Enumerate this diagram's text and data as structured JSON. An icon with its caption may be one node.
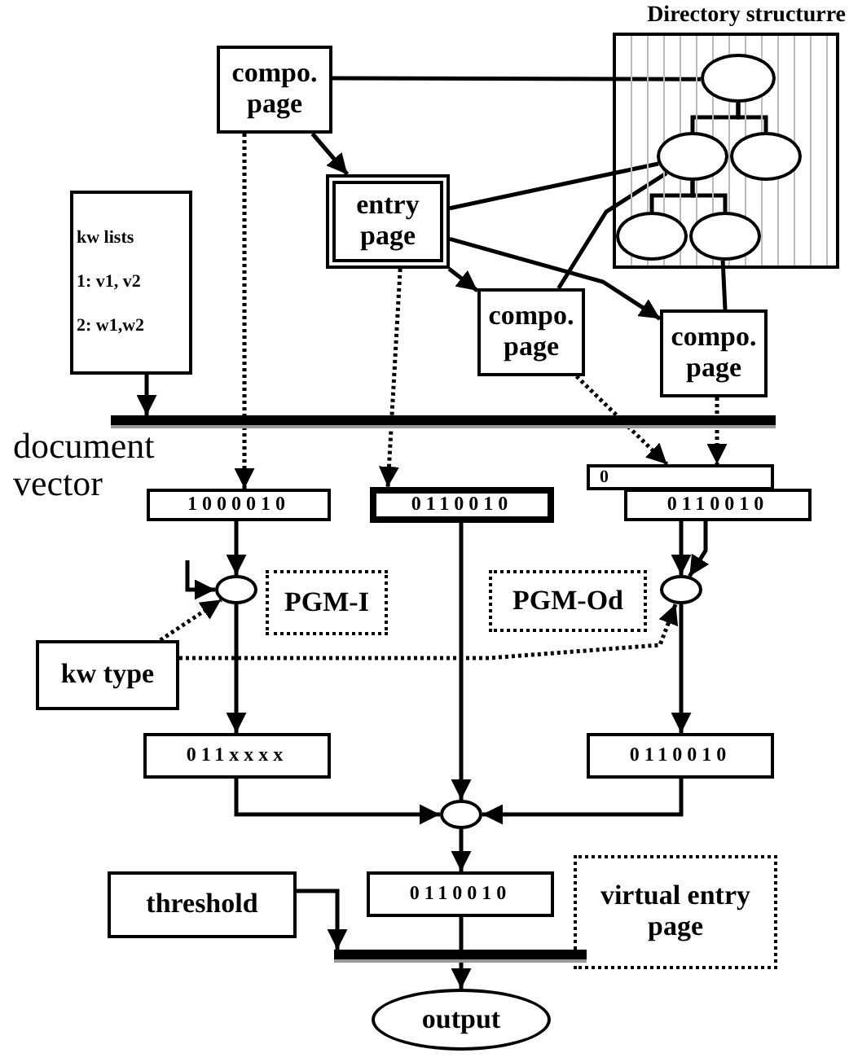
{
  "diagram": {
    "nodes": [
      {
        "text": [
          "compo. page"
        ]
      },
      {
        "text": [
          "Directory structurre"
        ]
      },
      {
        "text": [],
        "shape": "ellipse",
        "in": 1
      },
      {
        "text": [],
        "shape": "ellipse",
        "in": 1
      },
      {
        "text": [],
        "shape": "ellipse",
        "in": 1
      },
      {
        "text": [],
        "shape": "ellipse",
        "in": 1
      },
      {
        "text": [],
        "shape": "ellipse",
        "in": 1
      },
      {
        "text": [
          "entry page"
        ]
      },
      {
        "text": [
          "kw lists",
          "1: v1, v2",
          "2: w1,w2"
        ]
      },
      {
        "text": [
          "compo. page"
        ]
      },
      {
        "text": [
          "compo. page"
        ]
      },
      {
        "text": [],
        "shape": "bar"
      },
      {
        "text": [
          "1000010"
        ]
      },
      {
        "text": [
          "0110010"
        ]
      },
      {
        "text": [
          "0"
        ]
      },
      {
        "text": [
          "0110010"
        ]
      },
      {
        "text": [],
        "shape": "ellipse"
      },
      {
        "text": [
          "PGM-I"
        ]
      },
      {
        "text": [
          "PGM-Od"
        ]
      },
      {
        "text": [],
        "shape": "ellipse"
      },
      {
        "text": [
          "kw type"
        ]
      },
      {
        "text": [
          "011xxxx"
        ]
      },
      {
        "text": [
          "0110010"
        ]
      },
      {
        "text": [],
        "shape": "ellipse"
      },
      {
        "text": [
          "0110010"
        ]
      },
      {
        "text": [
          "threshold"
        ]
      },
      {
        "text": [
          "virtual entry page"
        ]
      },
      {
        "text": [],
        "shape": "bar"
      },
      {
        "text": [
          "output"
        ]
      }
    ],
    "edges": [
      {
        "from": 0,
        "to": 2,
        "arrow": "none"
      },
      {
        "from": 0,
        "to": 7,
        "arrow": "to"
      },
      {
        "from": 7,
        "to": 3,
        "arrow": "none"
      },
      {
        "from": 7,
        "to": 9,
        "arrow": "to"
      },
      {
        "from": 7,
        "to": 10,
        "arrow": "to"
      },
      {
        "from": 9,
        "to": 3,
        "arrow": "none"
      },
      {
        "from": 10,
        "to": 6,
        "arrow": "none"
      },
      {
        "from": 2,
        "to": 3,
        "arrow": "none"
      },
      {
        "from": 2,
        "to": 4,
        "arrow": "none"
      },
      {
        "from": 3,
        "to": 5,
        "arrow": "none"
      },
      {
        "from": 3,
        "to": 6,
        "arrow": "none"
      },
      {
        "from": 8,
        "to": 11,
        "arrow": "to"
      },
      {
        "from": 0,
        "to": 12,
        "arrow": "to",
        "style": "dashed"
      },
      {
        "from": 7,
        "to": 13,
        "arrow": "to",
        "style": "dashed"
      },
      {
        "from": 9,
        "to": 14,
        "arrow": "to",
        "style": "dashed"
      },
      {
        "from": 10,
        "to": 14,
        "arrow": "to",
        "style": "dashed"
      },
      {
        "from": 12,
        "to": 16,
        "arrow": "to"
      },
      {
        "from": null,
        "to": 16,
        "arrow": "to"
      },
      {
        "from": 20,
        "to": 16,
        "arrow": "to",
        "style": "dashed"
      },
      {
        "from": 15,
        "to": 19,
        "arrow": "to"
      },
      {
        "from": 15,
        "to": 19,
        "arrow": "to"
      },
      {
        "from": 20,
        "to": 19,
        "arrow": "to",
        "style": "dashed"
      },
      {
        "from": 16,
        "to": 21,
        "arrow": "to"
      },
      {
        "from": 19,
        "to": 22,
        "arrow": "to"
      },
      {
        "from": 13,
        "to": 23,
        "arrow": "to"
      },
      {
        "from": 21,
        "to": 23,
        "arrow": "to"
      },
      {
        "from": 22,
        "to": 23,
        "arrow": "to"
      },
      {
        "from": 23,
        "to": 24,
        "arrow": "to"
      },
      {
        "from": 25,
        "to": 27,
        "arrow": "to"
      },
      {
        "from": 24,
        "to": 28,
        "arrow": "to"
      }
    ],
    "labels": [
      "document vector"
    ]
  }
}
